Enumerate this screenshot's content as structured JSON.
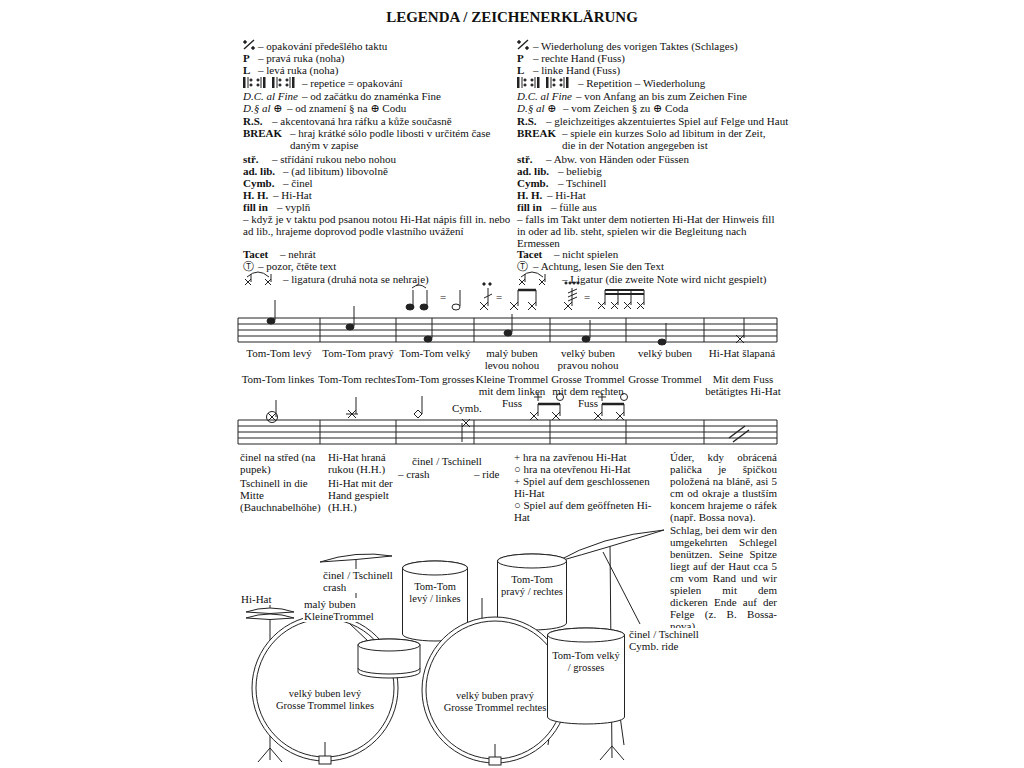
{
  "diagram": {
    "title": "LEGENDA / ZEICHENERKLÄRUNG",
    "nodes": [
      {
        "text": [
          "Tom-Tom levý / linkes"
        ]
      },
      {
        "text": [
          "Tom-Tom pravý / rechtes"
        ]
      },
      {
        "text": [
          "velký buben levý",
          "Grosse Trommel linkes"
        ]
      },
      {
        "text": [
          "velký buben pravý",
          "Grosse Trommel rechtes"
        ]
      },
      {
        "text": [
          "Tom-Tom velký / grosses"
        ]
      }
    ],
    "labels": [
      "– opakování předešlého taktu",
      "P",
      "– pravá ruka (noha)",
      "L",
      "– levá ruka (noha)",
      "– repetice = opakování",
      "D.C. al Fine",
      "– od začátku do znaménka Fine",
      "D.§ al ⊕",
      "– od znamení § na ⊕ Codu",
      "R.S.",
      "– akcentovaná hra ráfku a kůže současně",
      "BREAK",
      "– hraj krátké sólo podle libosti v určitém čase daným v zapise",
      "stř.",
      "– střídání rukou nebo nohou",
      "ad. lib.",
      "– (ad libitum) libovolně",
      "Cymb.",
      "– činel",
      "H. H.",
      "– Hi-Hat",
      "fill in",
      "– vyplň",
      "– když je v taktu pod psanou notou Hi-Hat nápis fill in. nebo ad lib., hrajeme doprovod podle vlastního uvážení",
      "Tacet",
      "– nehrát",
      "Ⓣ",
      "– pozor, čtěte text",
      "– ligatura (druhá nota se nehraje)",
      "– Wiederholung des vorigen Taktes (Schlages)",
      "P",
      "– rechte Hand (Fuss)",
      "L",
      "– linke Hand (Fuss)",
      "– Repetition – Wiederholung",
      "D.C. al Fine",
      "– von Anfang an bis zum Zeichen Fine",
      "D.§ al ⊕",
      "– vom Zeichen § zu ⊕ Coda",
      "R.S.",
      "– gleichzeitiges akzentuiertes Spiel auf Felge und Haut",
      "BREAK",
      "– spiele ein kurzes Solo ad libitum in der Zeit, die in der Notation angegeben ist",
      "stř.",
      "– Abw. von Händen oder Füssen",
      "ad. lib.",
      "– beliebig",
      "Cymb.",
      "– Tschinell",
      "H. H.",
      "– Hi-Hat",
      "fill in",
      "– fülle aus",
      "– falls im Takt unter dem notierten Hi-Hat der Hinweis fill in oder ad lib. steht, spielen wir die Begleitung nach Ermessen",
      "Tacet",
      "– nicht spielen",
      "Ⓣ",
      "– Achtung, lesen Sie den Text",
      "– Ligatur (die zweite Note wird nicht gespielt)",
      "=",
      "=",
      "=",
      "Tom-Tom levý",
      "Tom-Tom pravý",
      "Tom-Tom velký",
      "malý buben levou nohou",
      "velký buben pravou nohou",
      "velký buben",
      "Hi-Hat šlapaná",
      "Tom-Tom linkes",
      "Tom-Tom rechtes",
      "Tom-Tom grosses",
      "Kleine Trommel mit dem linken Fuss",
      "Grosse Trommel mit dem rechten Fuss",
      "Grosse Trommel",
      "Mit dem Fuss betätigtes Hi-Hat",
      "Cymb.",
      "činel na střed (na pupek)",
      "Tschinell in die Mitte (Bauchnabelhöhe)",
      "Hi-Hat hraná rukou (H.H.)",
      "Hi-Hat mit der Hand gespielt (H.H.)",
      "činel / Tschinell",
      "– crash",
      "– ride",
      "+ hra na zavřenou Hi-Hat",
      "○ hra na otevřenou Hi-Hat",
      "+ Spiel auf dem geschlossenen Hi-Hat",
      "○ Spiel auf dem geöffneten Hi-Hat",
      "Úder, kdy obrácená palička je špičkou položená na bláně, asi 5 cm od okraje a tlustším koncem hrajeme o ráfek (např. Bossa nova).",
      "Schlag, bei dem wir den umgekehrten Schlegel benützen. Seine Spitze liegt auf der Haut cca 5 cm vom Rand und wir spielen mit dem dickeren Ende auf der Felge (z. B. Bossa-nova).",
      "Hi-Hat",
      "činel / Tschinell crash",
      "malý buben KleineTrommel",
      "činel / Tschinell Cymb. ride"
    ]
  }
}
